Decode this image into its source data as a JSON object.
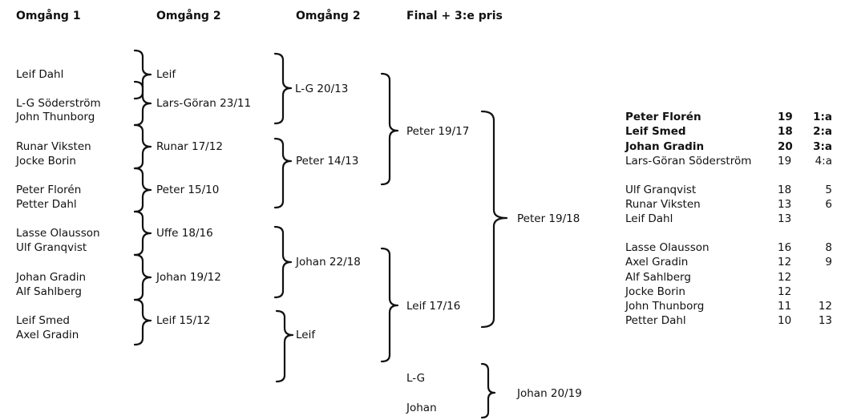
{
  "headers": [
    "Omgång 1",
    "Omgång 2",
    "Omgång 2",
    "Final + 3:e pris"
  ],
  "round1": [
    [
      "Leif Dahl"
    ],
    [
      "L-G Söderström",
      "John Thunborg"
    ],
    [
      "Runar Viksten",
      "Jocke Borin"
    ],
    [
      "Peter Florén",
      "Petter Dahl"
    ],
    [
      "Lasse Olausson",
      "Ulf Granqvist"
    ],
    [
      "Johan Gradin",
      "Alf Sahlberg"
    ],
    [
      "Leif Smed",
      "Axel Gradin"
    ]
  ],
  "round2": [
    "Leif",
    "Lars-Göran 23/11",
    "Runar 17/12",
    "Peter 15/10",
    "Uffe 18/16",
    "Johan 19/12",
    "Leif 15/12"
  ],
  "round3": [
    "L-G 20/13",
    "Peter 14/13",
    "Johan 22/18",
    "Leif"
  ],
  "semis": [
    "Peter 19/17",
    "Leif 17/16"
  ],
  "final": "Peter 19/18",
  "bronze": {
    "players": [
      "L-G",
      "Johan"
    ],
    "result": "Johan 20/19"
  },
  "standings": [
    {
      "name": "Peter Florén",
      "score": "19",
      "place": "1:a",
      "bold": true
    },
    {
      "name": "Leif Smed",
      "score": "18",
      "place": "2:a",
      "bold": true
    },
    {
      "name": "Johan Gradin",
      "score": "20",
      "place": "3:a",
      "bold": true
    },
    {
      "name": "Lars-Göran Söderström",
      "score": "19",
      "place": "4:a",
      "bold": false
    },
    {
      "name": "Ulf Granqvist",
      "score": "18",
      "place": "5",
      "bold": false
    },
    {
      "name": "Runar Viksten",
      "score": "13",
      "place": "6",
      "bold": false
    },
    {
      "name": "Leif Dahl",
      "score": "13",
      "place": "",
      "bold": false
    },
    {
      "name": "Lasse Olausson",
      "score": "16",
      "place": "8",
      "bold": false
    },
    {
      "name": "Axel Gradin",
      "score": "12",
      "place": "9",
      "bold": false
    },
    {
      "name": "Alf Sahlberg",
      "score": "12",
      "place": "",
      "bold": false
    },
    {
      "name": "Jocke Borin",
      "score": "12",
      "place": "",
      "bold": false
    },
    {
      "name": "John Thunborg",
      "score": "11",
      "place": "12",
      "bold": false
    },
    {
      "name": "Petter Dahl",
      "score": "10",
      "place": "13",
      "bold": false
    }
  ]
}
